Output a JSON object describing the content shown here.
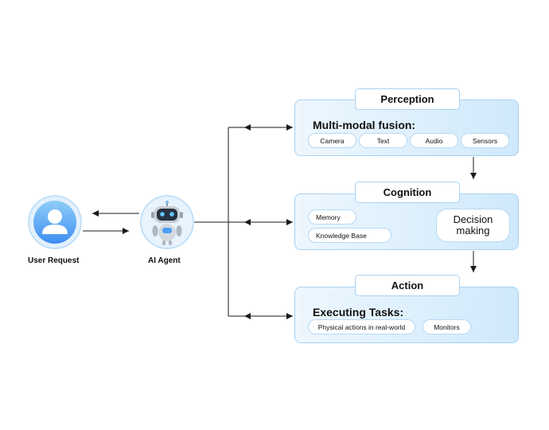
{
  "actors": {
    "user": {
      "label": "User Request",
      "icon": "user-avatar-icon"
    },
    "agent": {
      "label": "AI Agent",
      "icon": "robot-icon"
    }
  },
  "perception": {
    "title": "Perception",
    "heading": "Multi-modal fusion:",
    "inputs": [
      "Camera",
      "Text",
      "Audio",
      "Sensors"
    ]
  },
  "cognition": {
    "title": "Cognition",
    "inputs": [
      "Memory",
      "Knowledge Base"
    ],
    "decision": {
      "line1": "Decision",
      "line2": "making"
    }
  },
  "action": {
    "title": "Action",
    "heading": "Executing Tasks:",
    "outputs": [
      "Physical actions in real-world",
      "Monitors"
    ]
  },
  "colors": {
    "accent": "#a9d2f2",
    "panel_start": "#eef7fe",
    "panel_end": "#cfe9fb",
    "line": "#1a1a1a"
  }
}
